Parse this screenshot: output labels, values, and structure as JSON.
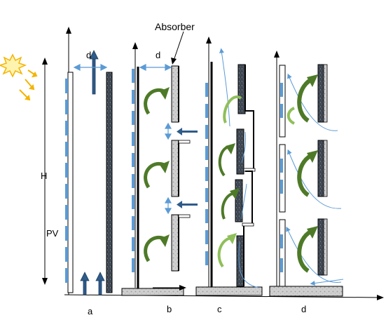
{
  "labels": {
    "absorber": "Absorber",
    "height": "H",
    "pv": "PV",
    "gap_a": "d",
    "gap_b": "d",
    "config_a": "a",
    "config_b": "b",
    "config_c": "c",
    "config_d": "d"
  },
  "colors": {
    "pv_panel": "#5b9bd5",
    "dark_flow_arrow": "#2e5b8a",
    "green_dark": "#4e7a28",
    "green_light": "#8fbf5a",
    "light_flow": "#5b9bd5",
    "sun": "#f4b400"
  },
  "icons": [
    "sun-icon",
    "light-ray-icon",
    "circulation-arrow-icon",
    "flow-arrow-icon"
  ]
}
